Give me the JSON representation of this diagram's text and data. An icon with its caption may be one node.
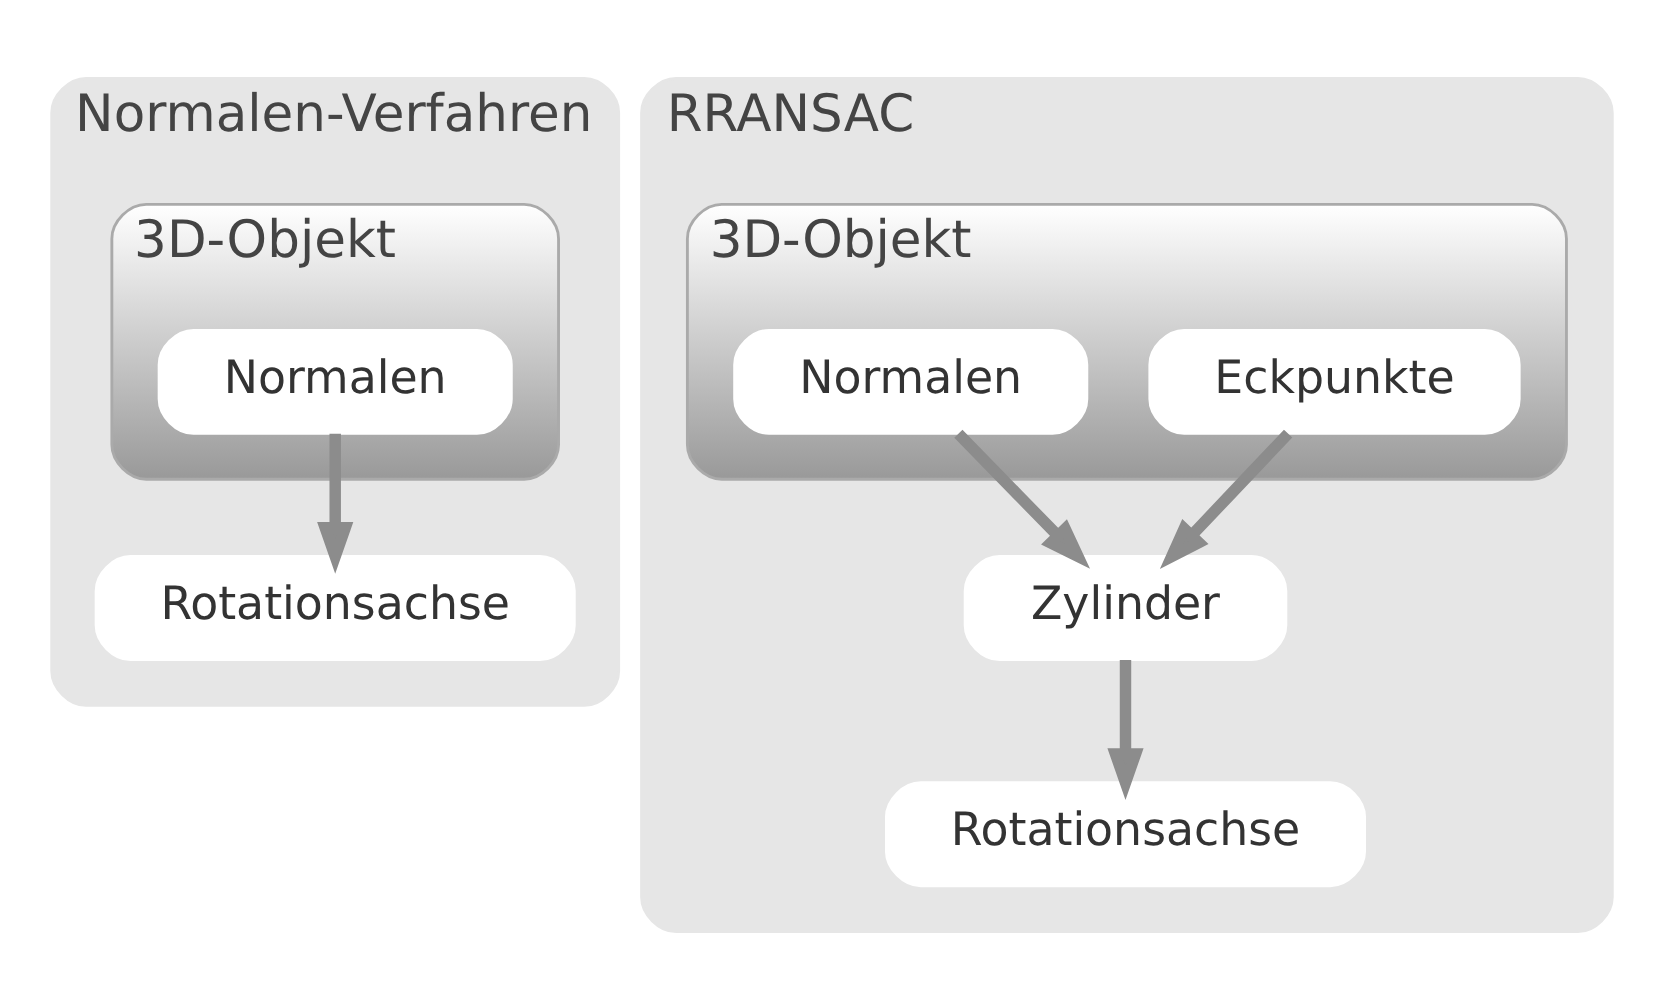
{
  "diagram": {
    "nodes": [
      {
        "text": [
          "Normalen-Verfahren"
        ]
      },
      {
        "text": [
          "3D-Objekt"
        ],
        "in": 0
      },
      {
        "text": [
          "Normalen"
        ],
        "in": 1
      },
      {
        "text": [
          "Rotationsachse"
        ],
        "in": 0
      },
      {
        "text": [
          "RRANSAC"
        ]
      },
      {
        "text": [
          "3D-Objekt"
        ],
        "in": 4
      },
      {
        "text": [
          "Normalen"
        ],
        "in": 5
      },
      {
        "text": [
          "Eckpunkte"
        ],
        "in": 5
      },
      {
        "text": [
          "Zylinder"
        ],
        "in": 4
      },
      {
        "text": [
          "Rotationsachse"
        ],
        "in": 4
      }
    ],
    "edges": [
      {
        "from": 2,
        "to": 3,
        "arrow": "to"
      },
      {
        "from": 6,
        "to": 8,
        "arrow": "to"
      },
      {
        "from": 7,
        "to": 8,
        "arrow": "to"
      },
      {
        "from": 8,
        "to": 9,
        "arrow": "to"
      }
    ]
  }
}
